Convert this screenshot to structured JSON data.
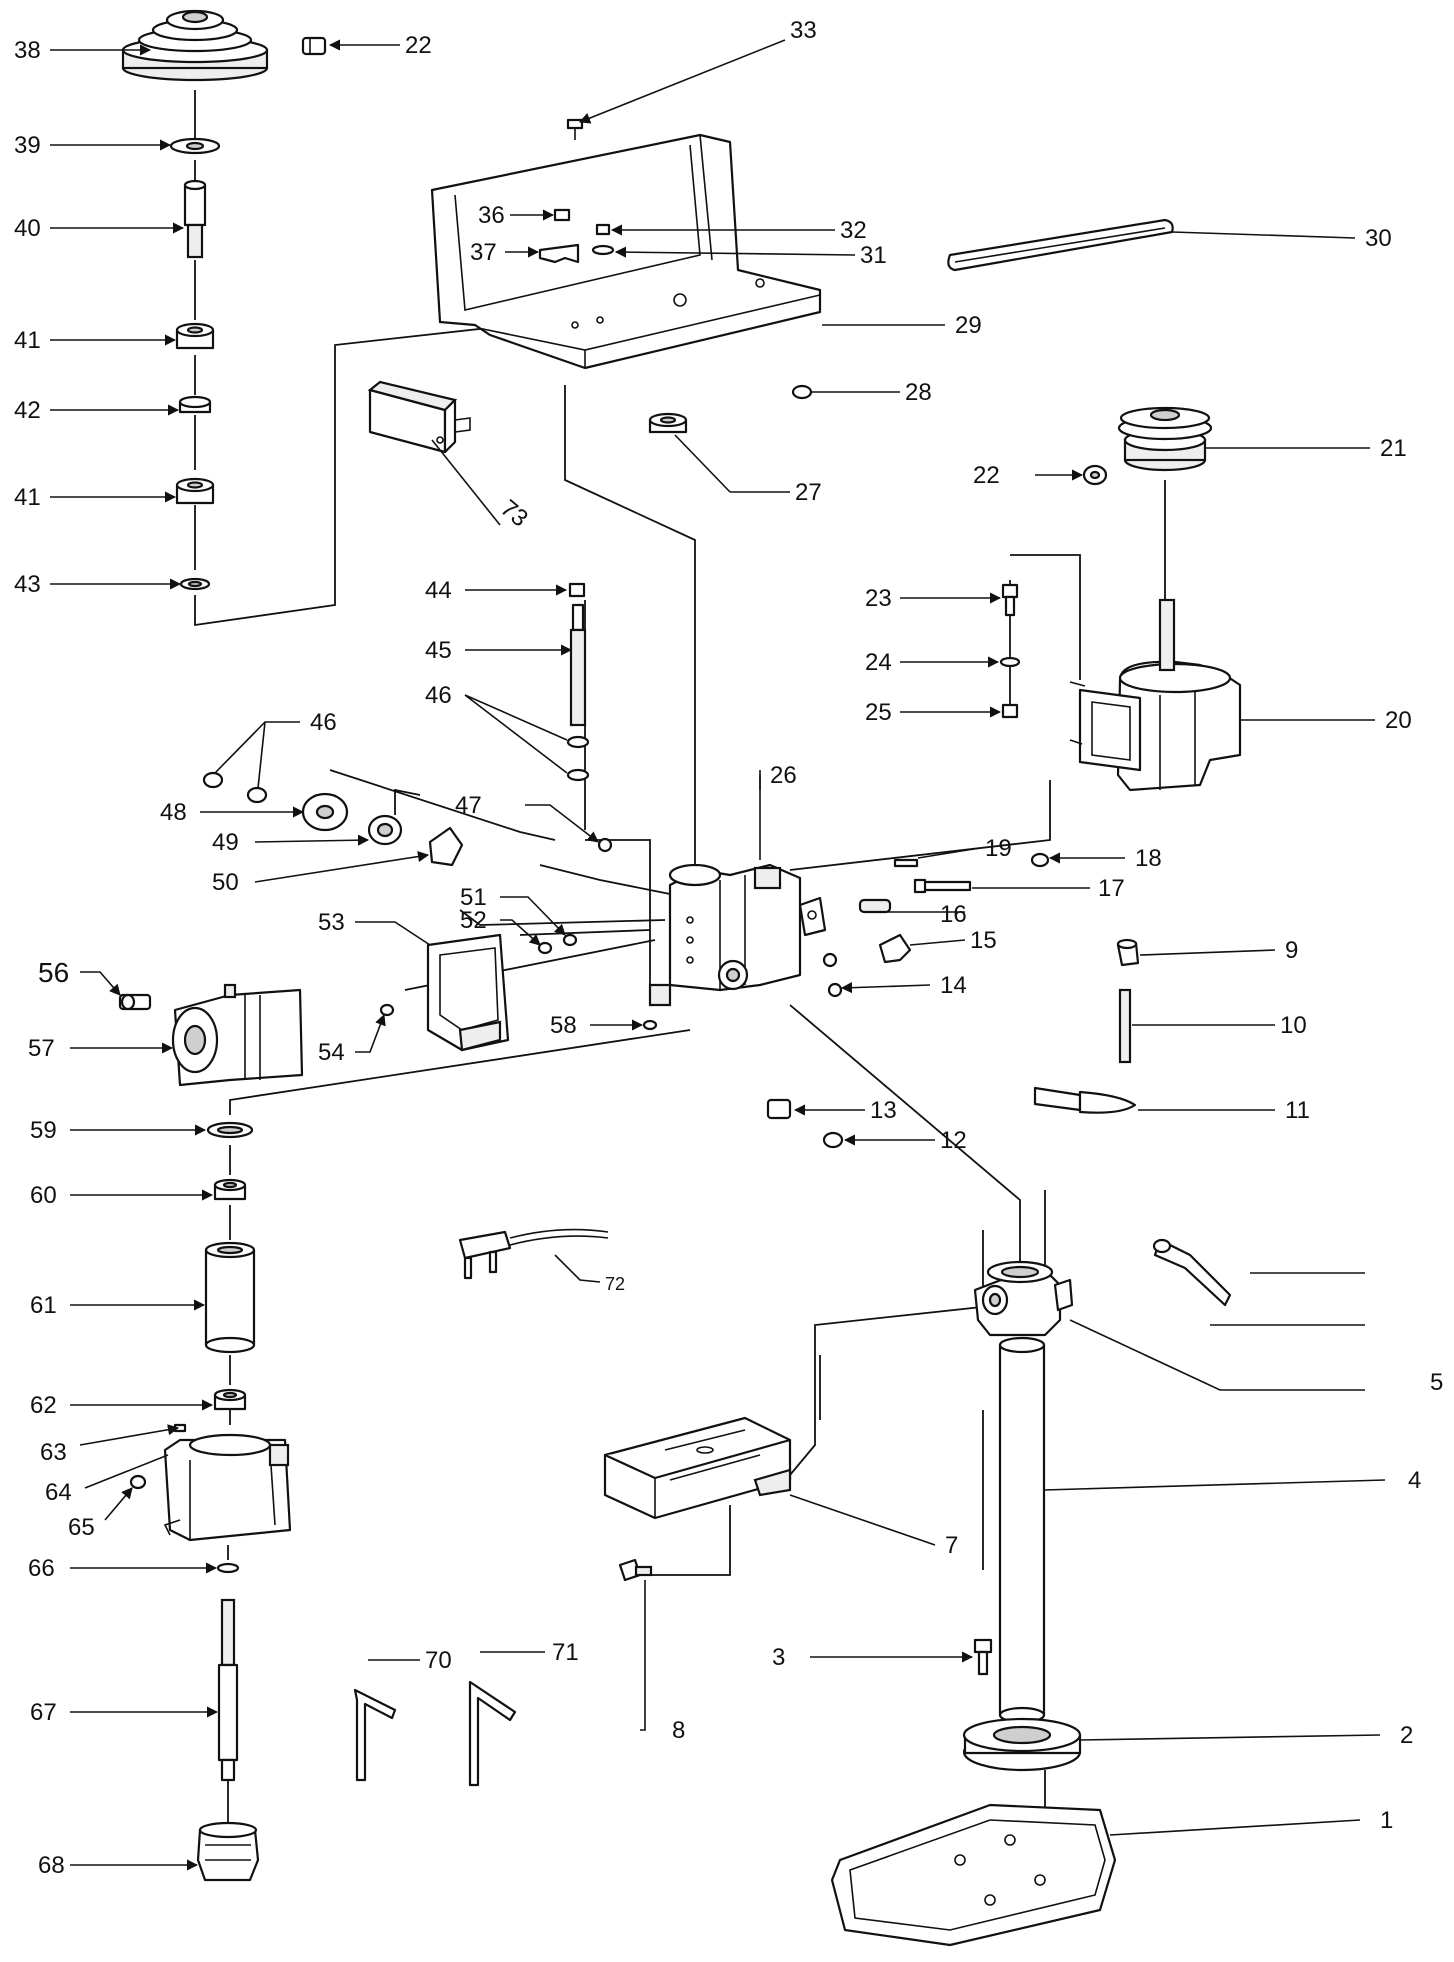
{
  "callouts": [
    "1",
    "2",
    "3",
    "4",
    "5",
    "7",
    "8",
    "9",
    "10",
    "11",
    "12",
    "13",
    "14",
    "15",
    "16",
    "17",
    "18",
    "19",
    "20",
    "21",
    "22",
    "22",
    "23",
    "24",
    "25",
    "26",
    "27",
    "28",
    "29",
    "30",
    "31",
    "32",
    "33",
    "36",
    "37",
    "38",
    "39",
    "40",
    "41",
    "41",
    "42",
    "43",
    "44",
    "45",
    "46",
    "46",
    "47",
    "48",
    "49",
    "50",
    "51",
    "52",
    "53",
    "54",
    "56",
    "57",
    "58",
    "59",
    "60",
    "61",
    "62",
    "63",
    "64",
    "65",
    "66",
    "67",
    "68",
    "70",
    "71",
    "72",
    "73"
  ]
}
